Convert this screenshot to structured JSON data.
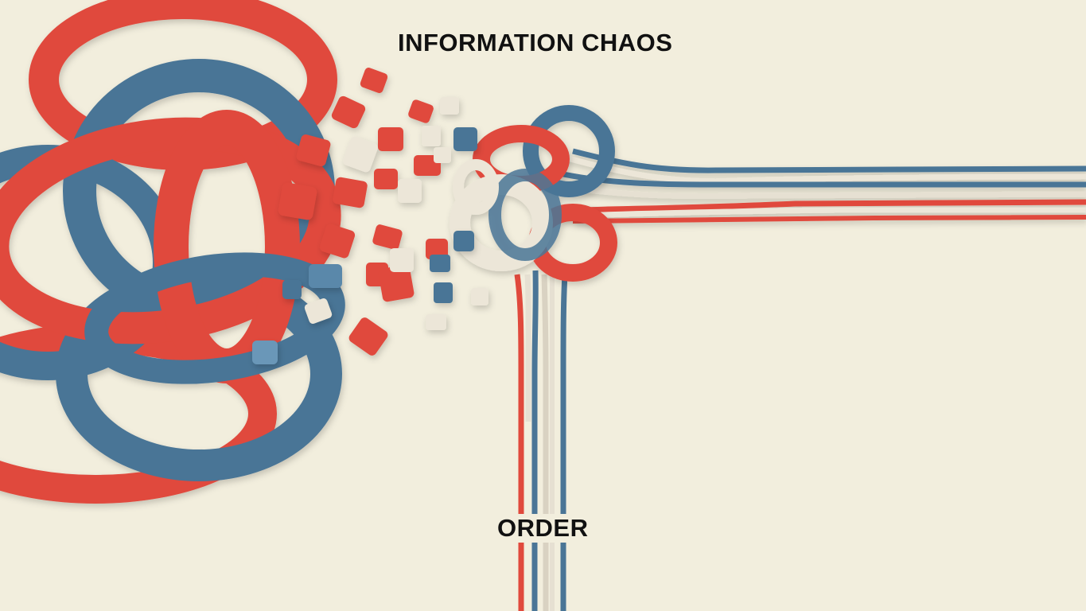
{
  "labels": {
    "top": "INFORMATION CHAOS",
    "bottom": "ORDER"
  },
  "colors": {
    "background": "#f2eedd",
    "red": "#e0493c",
    "red_dark": "#c23a30",
    "blue": "#4a7596",
    "blue_dark": "#3a5f7c",
    "cream": "#ece6d8",
    "cream_dark": "#cfc8b8",
    "text": "#111111"
  },
  "scene": {
    "concept": "tangled-rings-to-parallel-lines",
    "left_region": "tangled red and blue rings",
    "middle_region": "scattered cube fragments",
    "right_region": "horizontal parallel lines",
    "bottom_region": "vertical parallel lines"
  }
}
